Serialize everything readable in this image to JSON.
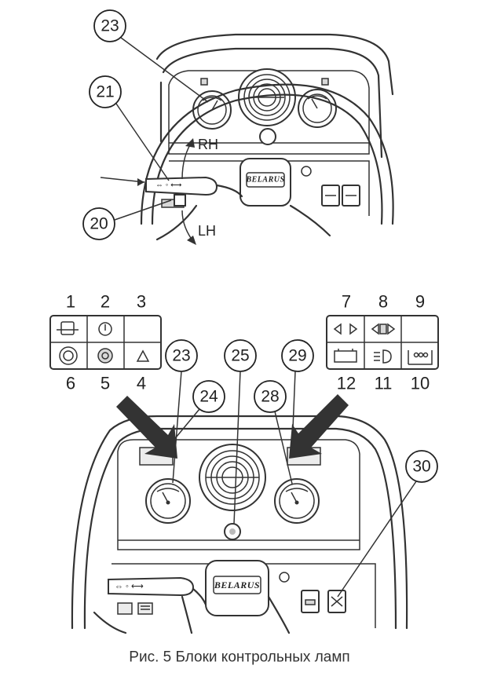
{
  "figure": {
    "caption": "Рис. 5  Блоки контрольных ламп",
    "logo": "BELARUS"
  },
  "top_view": {
    "callouts": [
      "23",
      "21",
      "20"
    ],
    "directions": [
      "RH",
      "LH"
    ]
  },
  "lamp_blocks": {
    "left": {
      "top_numbers": [
        "1",
        "2",
        "3"
      ],
      "bottom_numbers": [
        "6",
        "5",
        "4"
      ]
    },
    "right": {
      "top_numbers": [
        "7",
        "8",
        "9"
      ],
      "bottom_numbers": [
        "12",
        "11",
        "10"
      ]
    }
  },
  "bottom_view": {
    "callouts": [
      "23",
      "25",
      "29",
      "24",
      "28",
      "30"
    ]
  },
  "icons": [
    "steering-signal-icon",
    "brake-fluid-icon",
    "air-filter-icon",
    "coolant-icon",
    "warning-triangle-icon",
    "turn-left-right-icon",
    "trailer-turn-icon",
    "battery-icon",
    "headlight-icon",
    "glow-plug-icon"
  ]
}
